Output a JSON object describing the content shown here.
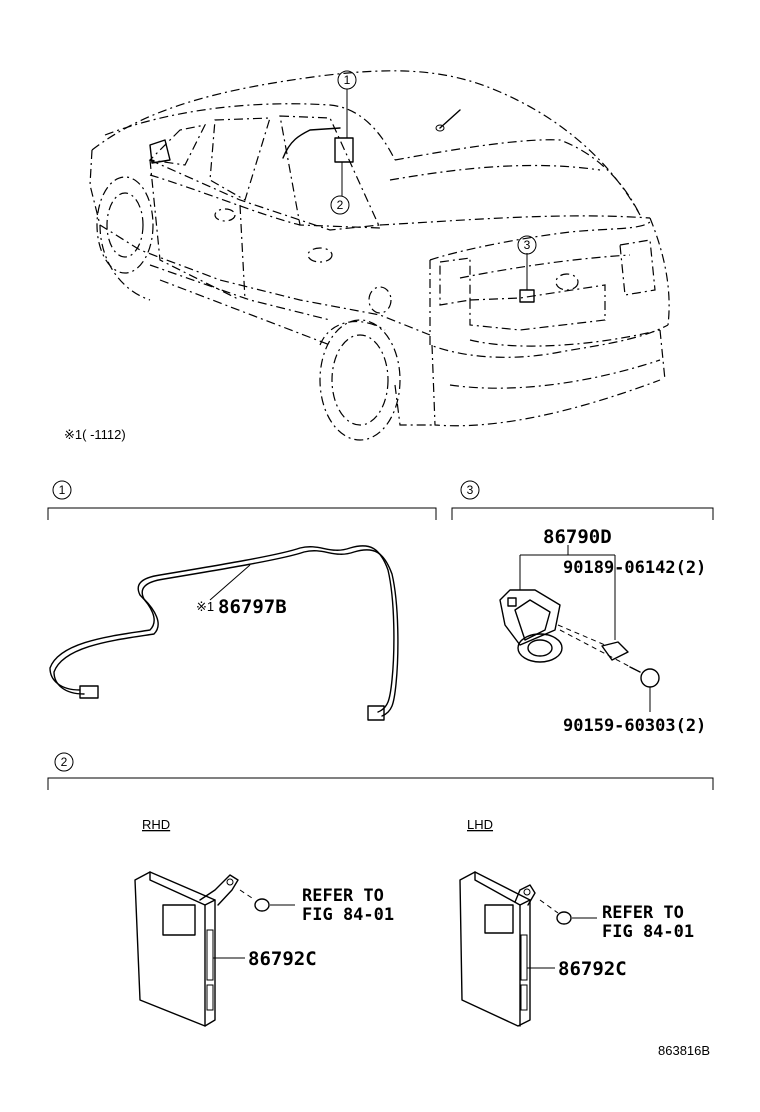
{
  "figure_number": "863816B",
  "footnote": "※1(      -1112)",
  "callouts": [
    "1",
    "2",
    "3"
  ],
  "sections": {
    "s1": {
      "label": "1",
      "parts": [
        {
          "mark": "※1",
          "number": "86797B"
        }
      ]
    },
    "s3": {
      "label": "3",
      "parts": [
        {
          "number": "86790D"
        },
        {
          "number": "90189-06142(2)"
        },
        {
          "number": "90159-60303(2)"
        }
      ]
    },
    "s2": {
      "label": "2",
      "rhd": {
        "heading": "RHD",
        "part": "86792C",
        "refer_line1": "REFER TO",
        "refer_line2": "FIG 84-01"
      },
      "lhd": {
        "heading": "LHD",
        "part": "86792C",
        "refer_line1": "REFER TO",
        "refer_line2": "FIG 84-01"
      }
    }
  }
}
